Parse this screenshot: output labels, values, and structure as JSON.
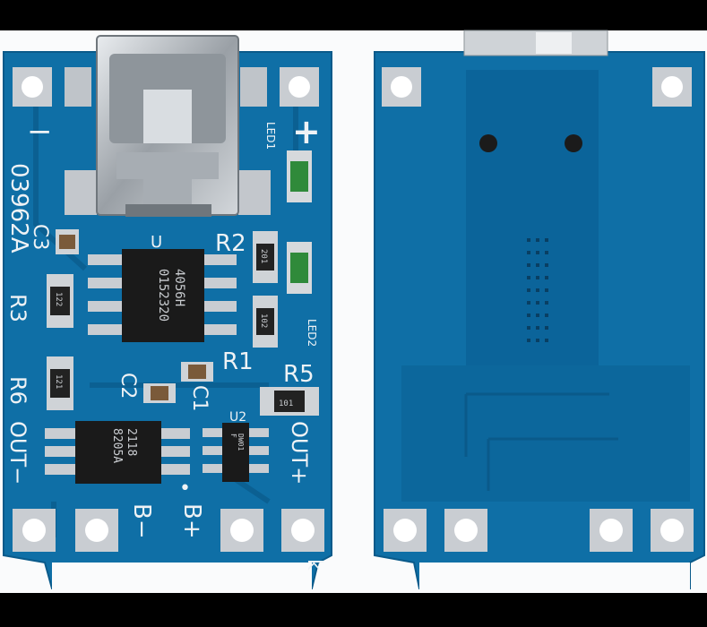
{
  "front": {
    "labels": {
      "minus_top": "−",
      "plus_top": "+",
      "part_no": "03962A",
      "led1": "LED1",
      "led2": "LED2",
      "r1": "R1",
      "r2": "R2",
      "r3": "R3",
      "r5": "R5",
      "r6": "R6",
      "c1": "C1",
      "c2": "C2",
      "c3": "C3",
      "u1": "U",
      "u2": "U2",
      "out_minus": "OUT−",
      "out_plus": "OUT+",
      "b_minus": "B−",
      "b_plus": "B+",
      "k": "k",
      "dot": "•"
    },
    "chips": {
      "u1_line1": "4056H",
      "u1_line2": "0152320",
      "u2_line1": "2118",
      "u2_line2": "8205A",
      "u3_line1": "DW01",
      "u3_line2": "F"
    },
    "resistor_codes": {
      "r_top": "201",
      "r_mid": "102",
      "r_left": "122",
      "r_r6": "121",
      "r_r5": "101"
    }
  },
  "colors": {
    "pcb": "#0f6fa6",
    "pcb_dark": "#0a5f91",
    "pad": "#c9cdd2",
    "chip": "#1a1a1a",
    "led": "#2f8a3a",
    "background": "#fafbfc"
  }
}
